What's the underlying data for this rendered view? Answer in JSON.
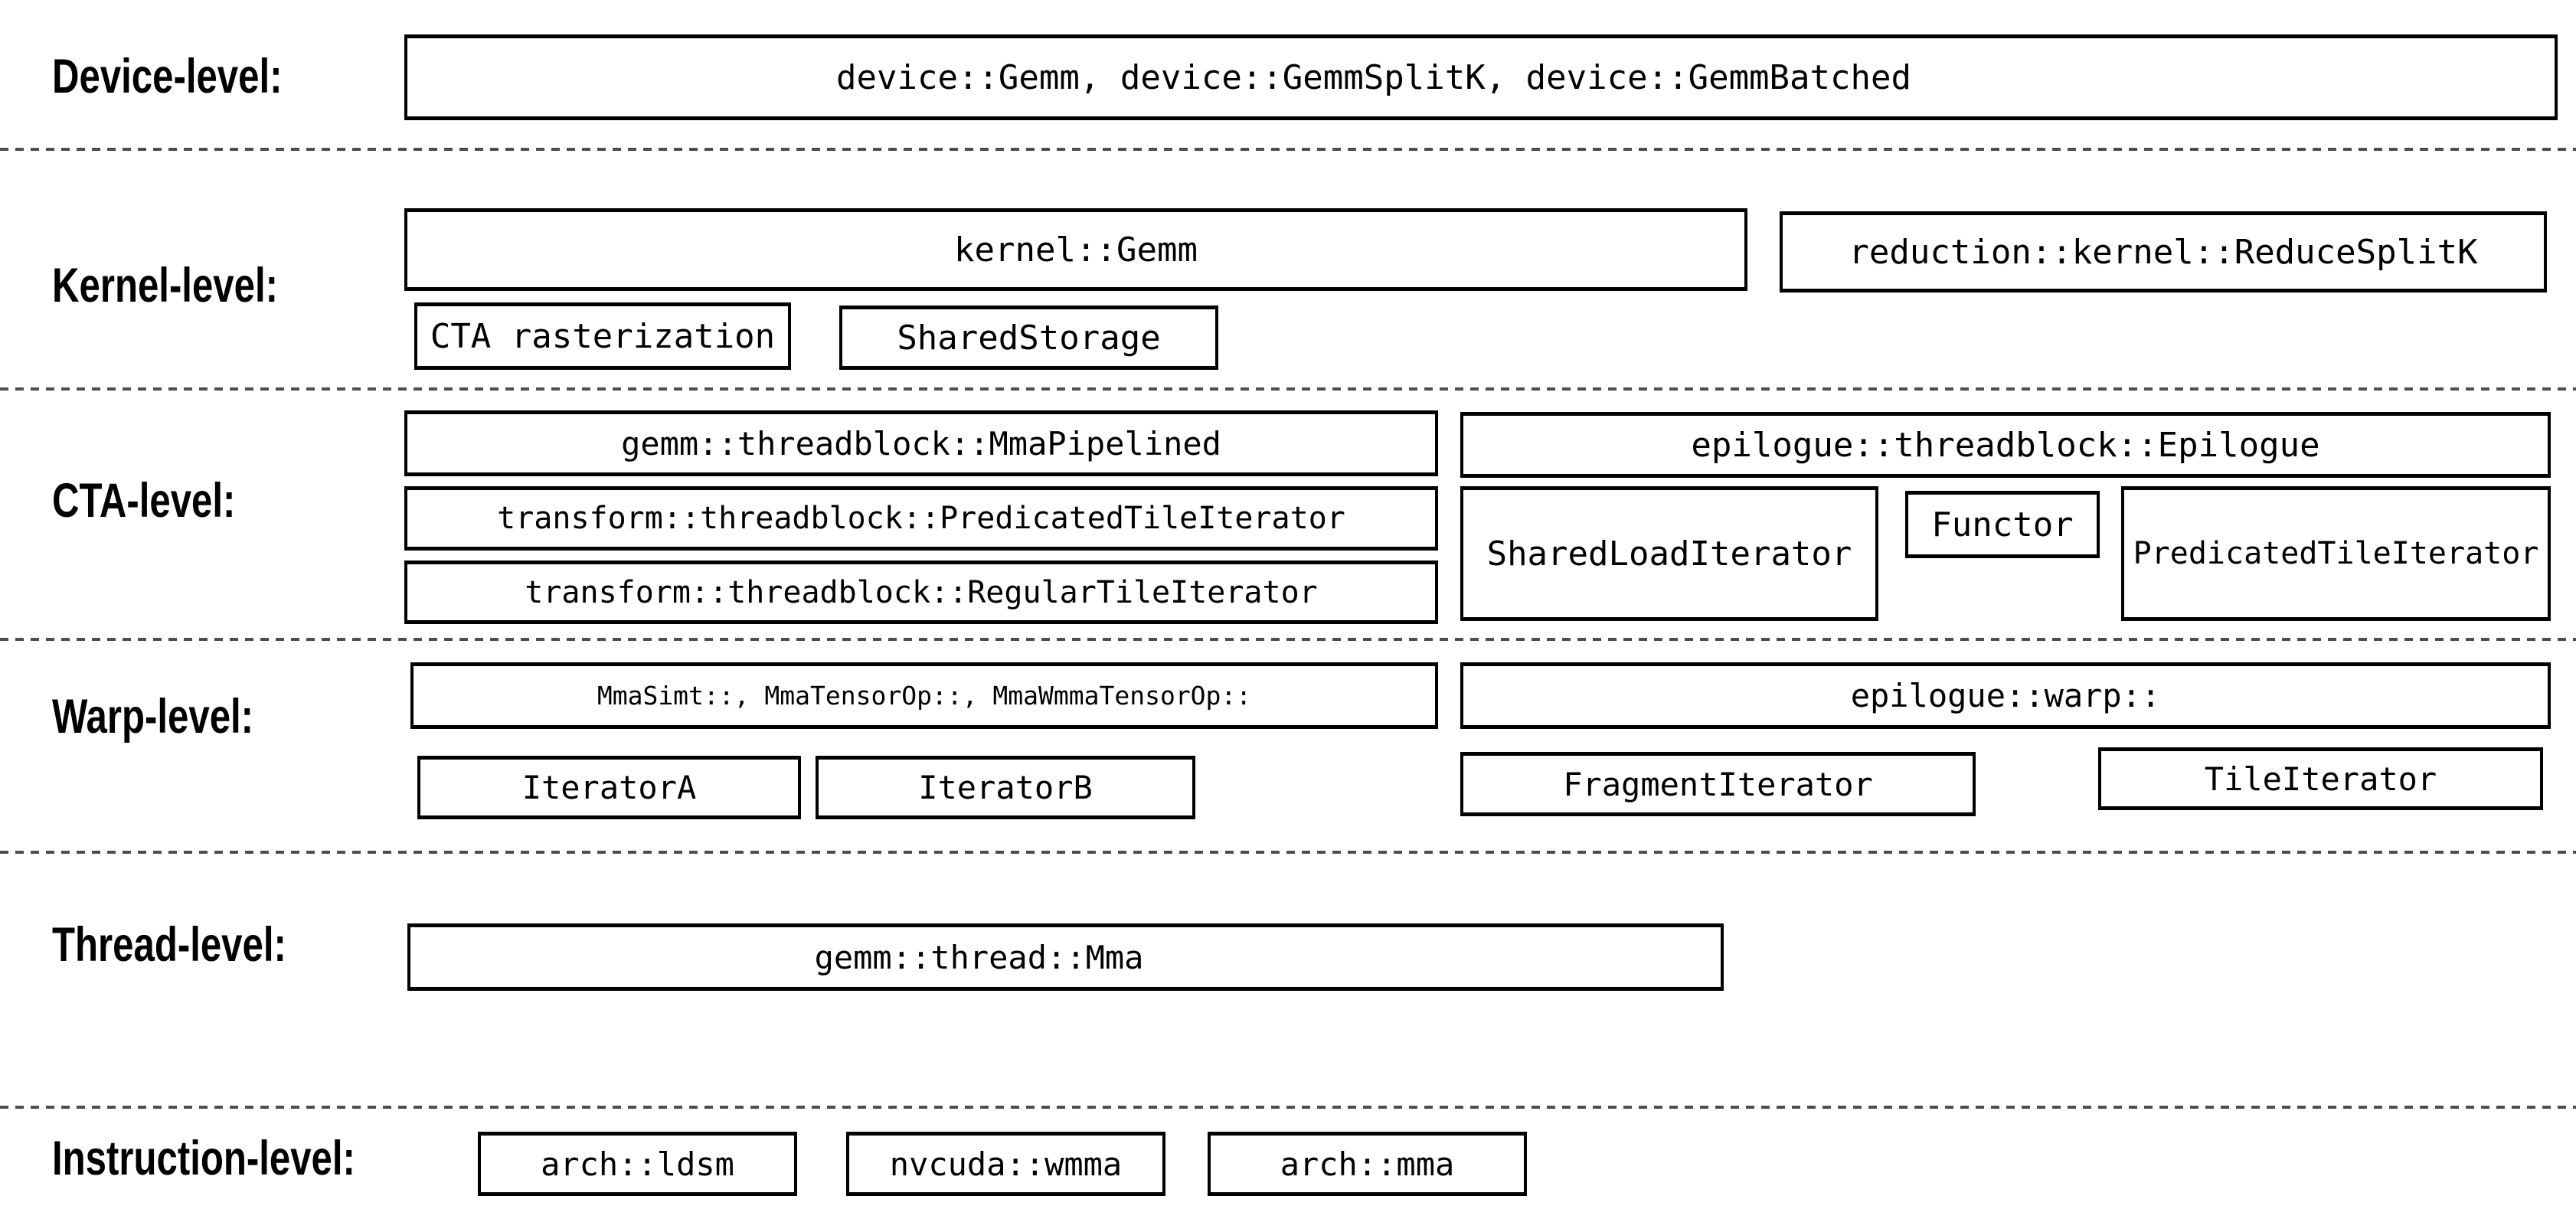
{
  "levels": {
    "device": {
      "label": "Device-level:",
      "classes": "device::Gemm, device::GemmSplitK, device::GemmBatched"
    },
    "kernel": {
      "label": "Kernel-level:",
      "gemm": "kernel::Gemm",
      "reduce_splitk": "reduction::kernel::ReduceSplitK",
      "cta_rasterization": "CTA rasterization",
      "shared_storage": "SharedStorage"
    },
    "cta": {
      "label": "CTA-level:",
      "mma_pipelined": "gemm::threadblock::MmaPipelined",
      "predicated_tile_iterator": "transform::threadblock::PredicatedTileIterator",
      "regular_tile_iterator": "transform::threadblock::RegularTileIterator",
      "epilogue": "epilogue::threadblock::Epilogue",
      "shared_load_iterator": "SharedLoadIterator",
      "functor": "Functor",
      "epilogue_predicated_tile_iterator": "PredicatedTileIterator"
    },
    "warp": {
      "label": "Warp-level:",
      "mma_ops": "MmaSimt::, MmaTensorOp::, MmaWmmaTensorOp::",
      "epilogue": "epilogue::warp::",
      "iterator_a": "IteratorA",
      "iterator_b": "IteratorB",
      "fragment_iterator": "FragmentIterator",
      "tile_iterator": "TileIterator"
    },
    "thread": {
      "label": "Thread-level:",
      "mma": "gemm::thread::Mma"
    },
    "instruction": {
      "label": "Instruction-level:",
      "ldsm": "arch::ldsm",
      "wmma": "nvcuda::wmma",
      "mma": "arch::mma"
    }
  },
  "colors": {
    "background": "#ffffff",
    "box_border": "#000000",
    "text": "#000000",
    "dashed_line": "#4d4d4d"
  }
}
